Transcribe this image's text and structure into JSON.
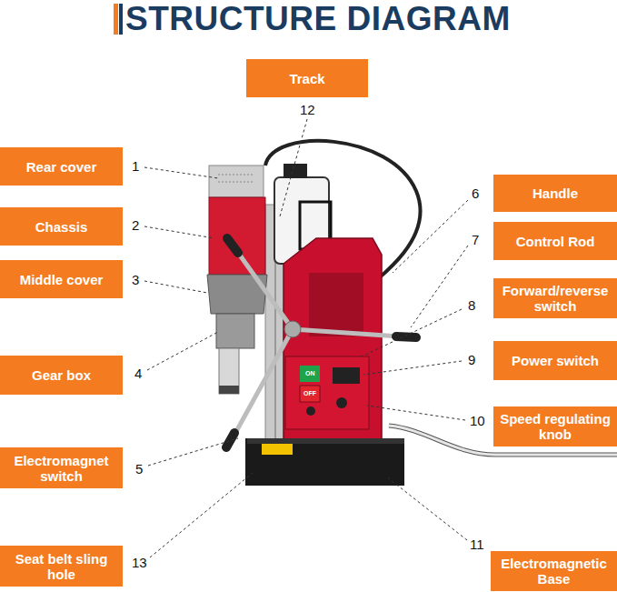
{
  "diagram": {
    "title": "STRUCTURE DIAGRAM",
    "nodes": [
      {
        "text": [
          "Track"
        ]
      },
      {
        "text": [
          "Rear cover"
        ]
      },
      {
        "text": [
          "Handle"
        ]
      },
      {
        "text": [
          "Chassis"
        ]
      },
      {
        "text": [
          "Control Rod"
        ]
      },
      {
        "text": [
          "Middle cover"
        ]
      },
      {
        "text": [
          "Forward/reverse switch"
        ]
      },
      {
        "text": [
          "Gear box"
        ]
      },
      {
        "text": [
          "Power switch"
        ]
      },
      {
        "text": [
          "Speed regulating knob"
        ]
      },
      {
        "text": [
          "Electromagnet switch"
        ]
      },
      {
        "text": [
          "Seat belt sling hole"
        ]
      },
      {
        "text": [
          "Electromagnetic Base"
        ]
      }
    ],
    "edges": [],
    "labels": [
      "12",
      "1",
      "6",
      "2",
      "7",
      "3",
      "8",
      "4",
      "9",
      "10",
      "5",
      "13",
      "11",
      "ON",
      "OFF"
    ]
  }
}
